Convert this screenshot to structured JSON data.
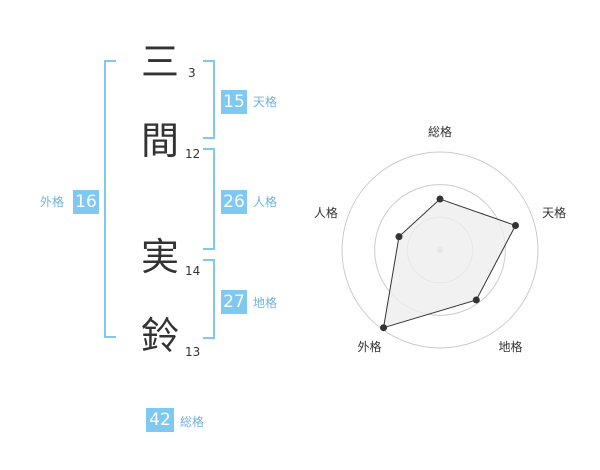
{
  "name": {
    "chars": [
      {
        "char": "三",
        "strokes": "3"
      },
      {
        "char": "間",
        "strokes": "12"
      },
      {
        "char": "実",
        "strokes": "14"
      },
      {
        "char": "鈴",
        "strokes": "13"
      }
    ]
  },
  "kakusu": {
    "tenkaku": {
      "value": "15",
      "label": "天格"
    },
    "jinkaku": {
      "value": "26",
      "label": "人格"
    },
    "chikaku": {
      "value": "27",
      "label": "地格"
    },
    "gaikaku": {
      "value": "16",
      "label": "外格"
    },
    "soukaku": {
      "value": "42",
      "label": "総格"
    }
  },
  "chart_data": {
    "type": "radar",
    "axes": [
      "総格",
      "天格",
      "地格",
      "外格",
      "人格"
    ],
    "values": [
      0.52,
      0.81,
      0.63,
      0.98,
      0.44
    ],
    "rings": 3,
    "colors": {
      "fill": "#eeeeee",
      "line": "#333333",
      "ring": "#cccccc",
      "center": "#cccccc"
    }
  },
  "colors": {
    "accent": "#7fc8f2",
    "label": "#6fb4dc"
  }
}
